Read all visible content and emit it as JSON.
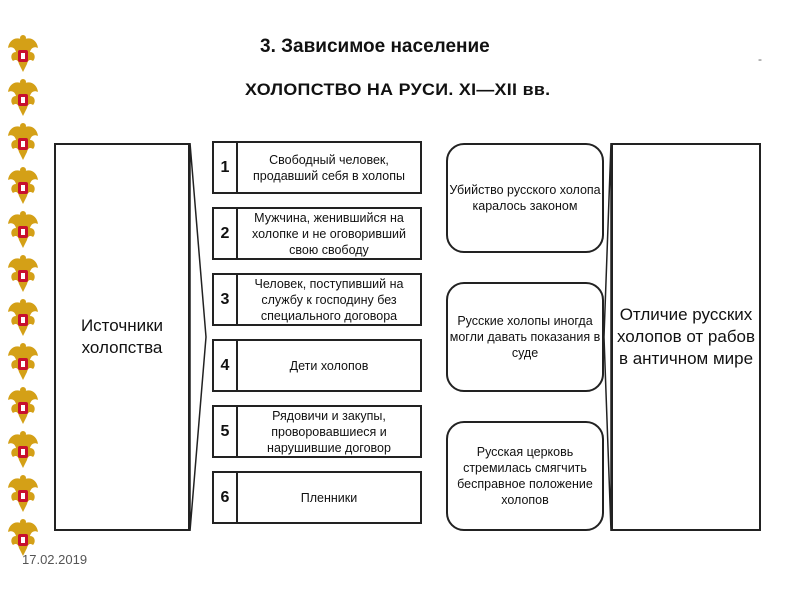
{
  "slide_title": "3. Зависимое население",
  "heading": "ХОЛОПСТВО НА РУСИ. XI—XII вв.",
  "left_box": "Источники холопства",
  "items": [
    {
      "num": "1",
      "text": "Свободный человек, продавший себя в холопы"
    },
    {
      "num": "2",
      "text": "Мужчина, женившийся на холопке и не оговоривший свою свободу"
    },
    {
      "num": "3",
      "text": "Человек, поступивший на службу к господину без специального договора"
    },
    {
      "num": "4",
      "text": "Дети холопов"
    },
    {
      "num": "5",
      "text": "Рядовичи и закупы, проворовавшиеся и нарушившие договор"
    },
    {
      "num": "6",
      "text": "Пленники"
    }
  ],
  "differences": [
    {
      "text": "Убийство русского холопа каралось законом"
    },
    {
      "text": "Русские холопы иногда могли давать показания в суде"
    },
    {
      "text": "Русская церковь стремилась смягчить бесправное положение холопов"
    }
  ],
  "right_box": "Отличие русских холопов от рабов в античном мире",
  "date": "17.02.2019",
  "dash": "-",
  "colors": {
    "emblem_red": "#c8102e",
    "emblem_gold": "#d4a017",
    "border": "#222222"
  },
  "emblem_icon": "russian-coat-of-arms-icon"
}
